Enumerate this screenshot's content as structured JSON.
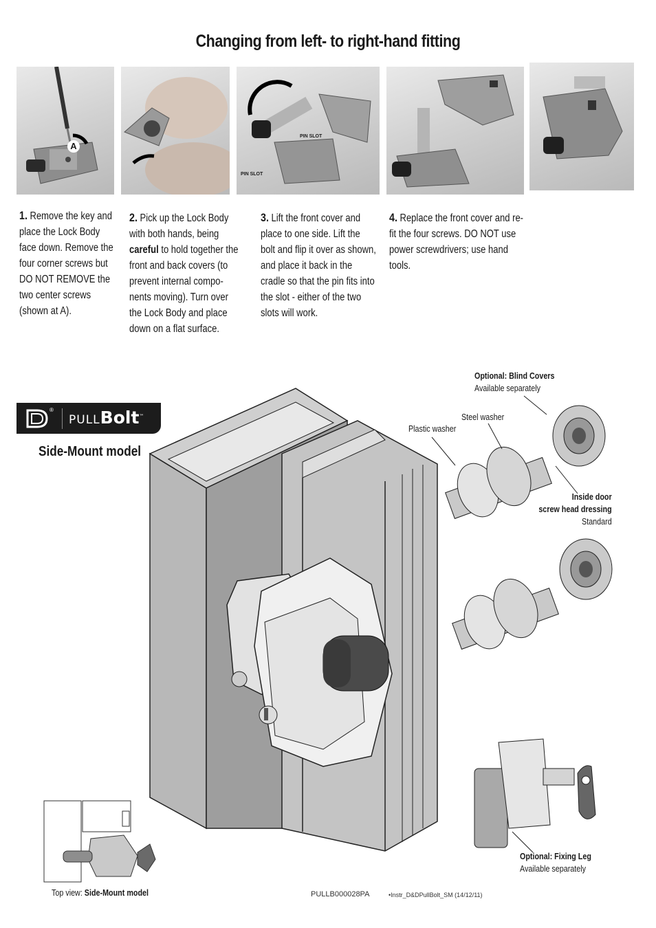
{
  "title": "Changing from left- to right-hand fitting",
  "photos": {
    "label_a": "A",
    "pin_slot_1": "PIN SLOT",
    "pin_slot_2": "PIN SLOT"
  },
  "steps": [
    {
      "num": "1.",
      "text": "Remove the key and place the Lock Body face down. Remove the four corner screws but DO NOT REMOVE the two center screws (shown at A)."
    },
    {
      "num": "2.",
      "text_before": "Pick up the Lock Body with both hands, being",
      "bold": "careful",
      "text_after": "to hold together the front and back covers (to prevent internal compo-nents moving). Turn over the Lock Body and place down on a flat surface."
    },
    {
      "num": "3.",
      "text": "Lift the front cover and place to one side. Lift the bolt and flip it over as shown, and place it back in the cradle so that the pin fits into the slot - either of the two slots will work."
    },
    {
      "num": "4.",
      "text": "Replace the front cover and re-fit the four screws. DO NOT use power screwdrivers; use hand tools."
    }
  ],
  "logo": {
    "pull": "PULL",
    "bolt": "Bolt",
    "tm": "™",
    "reg": "®"
  },
  "model": "Side-Mount model",
  "labels": {
    "blind_covers_bold": "Optional: Blind Covers",
    "blind_covers_sub": "Available separately",
    "steel_washer": "Steel washer",
    "plastic_washer": "Plastic washer",
    "inside_door_1": "Inside door",
    "inside_door_2": "screw head dressing",
    "inside_door_3": "Standard",
    "fixing_leg_bold": "Optional: Fixing Leg",
    "fixing_leg_sub": "Available separately",
    "top_view_prefix": "Top view:",
    "top_view_bold": "Side-Mount model"
  },
  "footer": {
    "code": "PULLB000028PA",
    "ref": "•Instr_D&DPullBolt_SM (14/12/11)"
  }
}
